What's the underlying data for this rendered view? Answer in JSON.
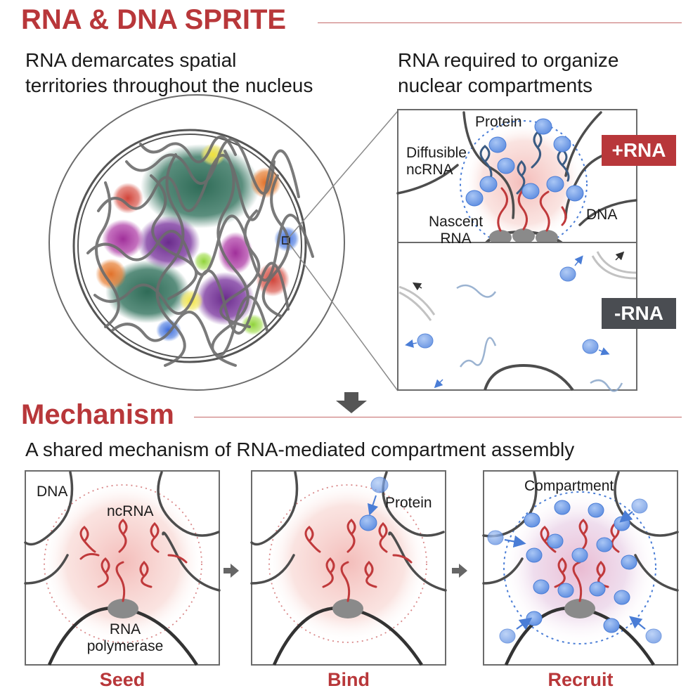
{
  "header": {
    "title": "RNA & DNA SPRITE",
    "left_text": [
      "RNA demarcates spatial",
      "territories throughout the nucleus"
    ],
    "right_text": [
      "RNA required to organize",
      "nuclear compartments"
    ]
  },
  "panels": {
    "plus_label": "Protein",
    "diffusible_label": [
      "Diffusible",
      "ncRNA"
    ],
    "nascent_label": [
      "Nascent",
      "RNA"
    ],
    "dna_label": "DNA",
    "plus_tag": "+RNA",
    "minus_tag": "-RNA"
  },
  "mechanism": {
    "title": "Mechanism",
    "subtitle": "A shared mechanism of RNA-mediated compartment assembly",
    "seed": {
      "dna_label": "DNA",
      "ncrna_label": "ncRNA",
      "pol_label": [
        "RNA",
        "polymerase"
      ],
      "step_label": "Seed"
    },
    "bind": {
      "protein_label": "Protein",
      "step_label": "Bind"
    },
    "recruit": {
      "compartment_label": "Compartment",
      "step_label": "Recruit"
    }
  },
  "colors": {
    "accent": "#b8373a",
    "tag_plus": "#b8373a",
    "tag_minus": "#4a4d52",
    "protein": "#6f9be6",
    "rna": "#c0393b"
  }
}
